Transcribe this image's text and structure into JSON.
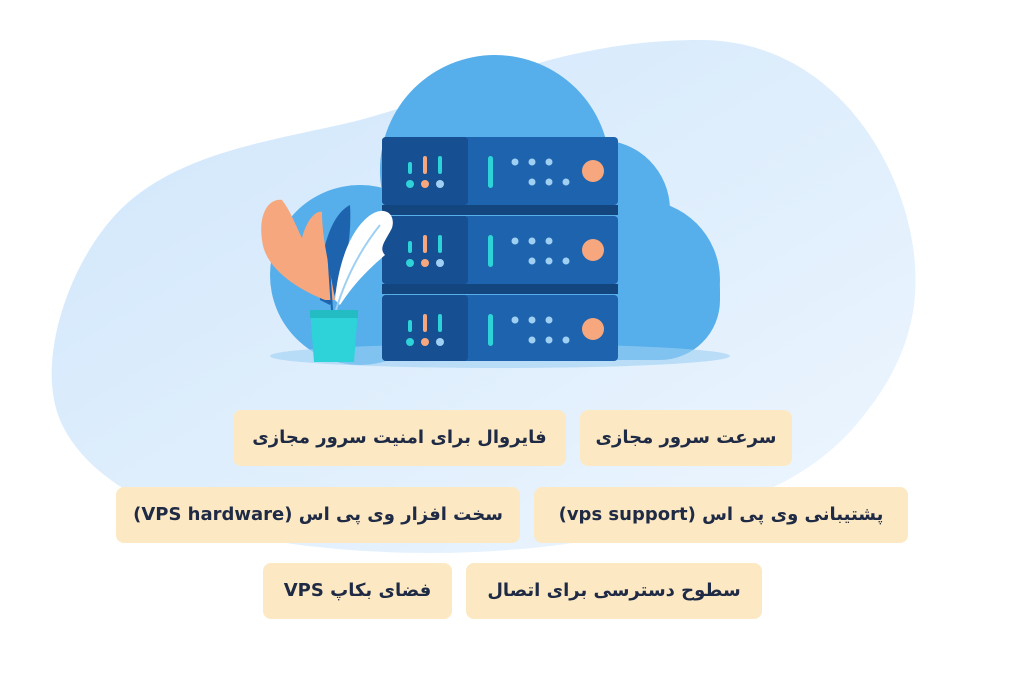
{
  "tags": {
    "speed": "سرعت سرور مجازی",
    "firewall": "فایروال برای امنیت سرور مجازی",
    "support": "پشتیبانی وی پی اس (vps support)",
    "hardware": "سخت افزار وی پی اس (VPS hardware)",
    "access": "سطوح دسترسی برای اتصال",
    "backup": "فضای بکاپ VPS"
  },
  "colors": {
    "tag_background": "#fce9c4",
    "tag_text": "#1f2a44",
    "cloud": "#56aeea",
    "server_body": "#1e63ad",
    "server_panel": "#164f92",
    "accent_orange": "#f6a77e",
    "accent_teal": "#2dd3d8"
  },
  "icons": {
    "illustration": "cloud-server-illustration",
    "plant": "potted-plant"
  }
}
